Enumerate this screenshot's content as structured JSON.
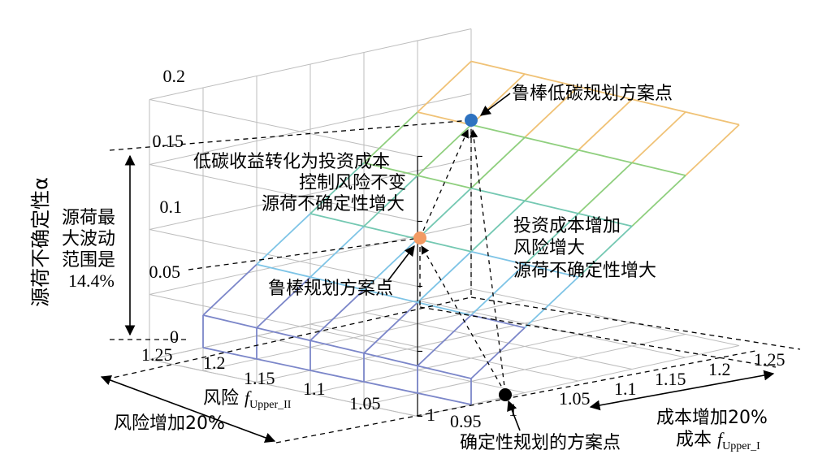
{
  "chart_data": {
    "type": "surface3d",
    "z_axis": {
      "label": "源荷不确定性α",
      "ticks": [
        "0",
        "0.05",
        "0.1",
        "0.15",
        "0.2"
      ],
      "range": [
        0,
        0.2
      ]
    },
    "x_axis": {
      "label_prefix": "成本 ",
      "label_sub": "Upper_I",
      "ticks": [
        "0.95",
        "1",
        "1.05",
        "1.1",
        "1.15",
        "1.2",
        "1.25"
      ],
      "range": [
        0.95,
        1.25
      ]
    },
    "y_axis": {
      "label_prefix": "风险 ",
      "label_sub": "Upper_II",
      "ticks": [
        "1",
        "1.05",
        "1.1",
        "1.15",
        "1.2",
        "1.25"
      ],
      "range": [
        1.0,
        1.25
      ]
    },
    "surface": {
      "x": [
        1.0,
        1.05,
        1.1,
        1.15,
        1.2,
        1.25
      ],
      "y": [
        1.0,
        1.05,
        1.1,
        1.15,
        1.2,
        1.25
      ],
      "alpha_rows_by_y": [
        [
          0.02,
          0.05,
          0.08,
          0.11,
          0.14,
          0.17
        ],
        [
          0.021,
          0.051,
          0.081,
          0.111,
          0.141,
          0.171
        ],
        [
          0.022,
          0.052,
          0.082,
          0.112,
          0.142,
          0.172
        ],
        [
          0.023,
          0.053,
          0.083,
          0.113,
          0.143,
          0.173
        ],
        [
          0.024,
          0.054,
          0.084,
          0.114,
          0.144,
          0.174
        ],
        [
          0.025,
          0.055,
          0.085,
          0.115,
          0.145,
          0.175
        ]
      ],
      "colors": [
        "#7b86c9",
        "#7ec4e6",
        "#74c8b2",
        "#8fcf7e",
        "#f0c276"
      ]
    },
    "points": [
      {
        "name": "确定性规划的方案点",
        "x": 1.0,
        "y": 1.0,
        "alpha": 0.0,
        "color": "#000000"
      },
      {
        "name": "鲁棒规划方案点",
        "x": 1.0,
        "y": 1.0,
        "alpha": 0.072,
        "color": "#f29a63"
      },
      {
        "name": "鲁棒低碳规划方案点",
        "x": 1.2,
        "y": 1.2,
        "alpha": 0.144,
        "color": "#2e72c0"
      }
    ],
    "annotations": {
      "left_lines": [
        "低碳收益转化为投资成本",
        "控制风险不变",
        "源荷不确定性增大"
      ],
      "right_lines": [
        "投资成本增加",
        "风险增大",
        "源荷不确定性增大"
      ],
      "range_lines": [
        "源荷最",
        "大波动",
        "范围是",
        "14.4%"
      ],
      "cost_increase": "成本增加20%",
      "risk_increase": "风险增加20%"
    }
  }
}
